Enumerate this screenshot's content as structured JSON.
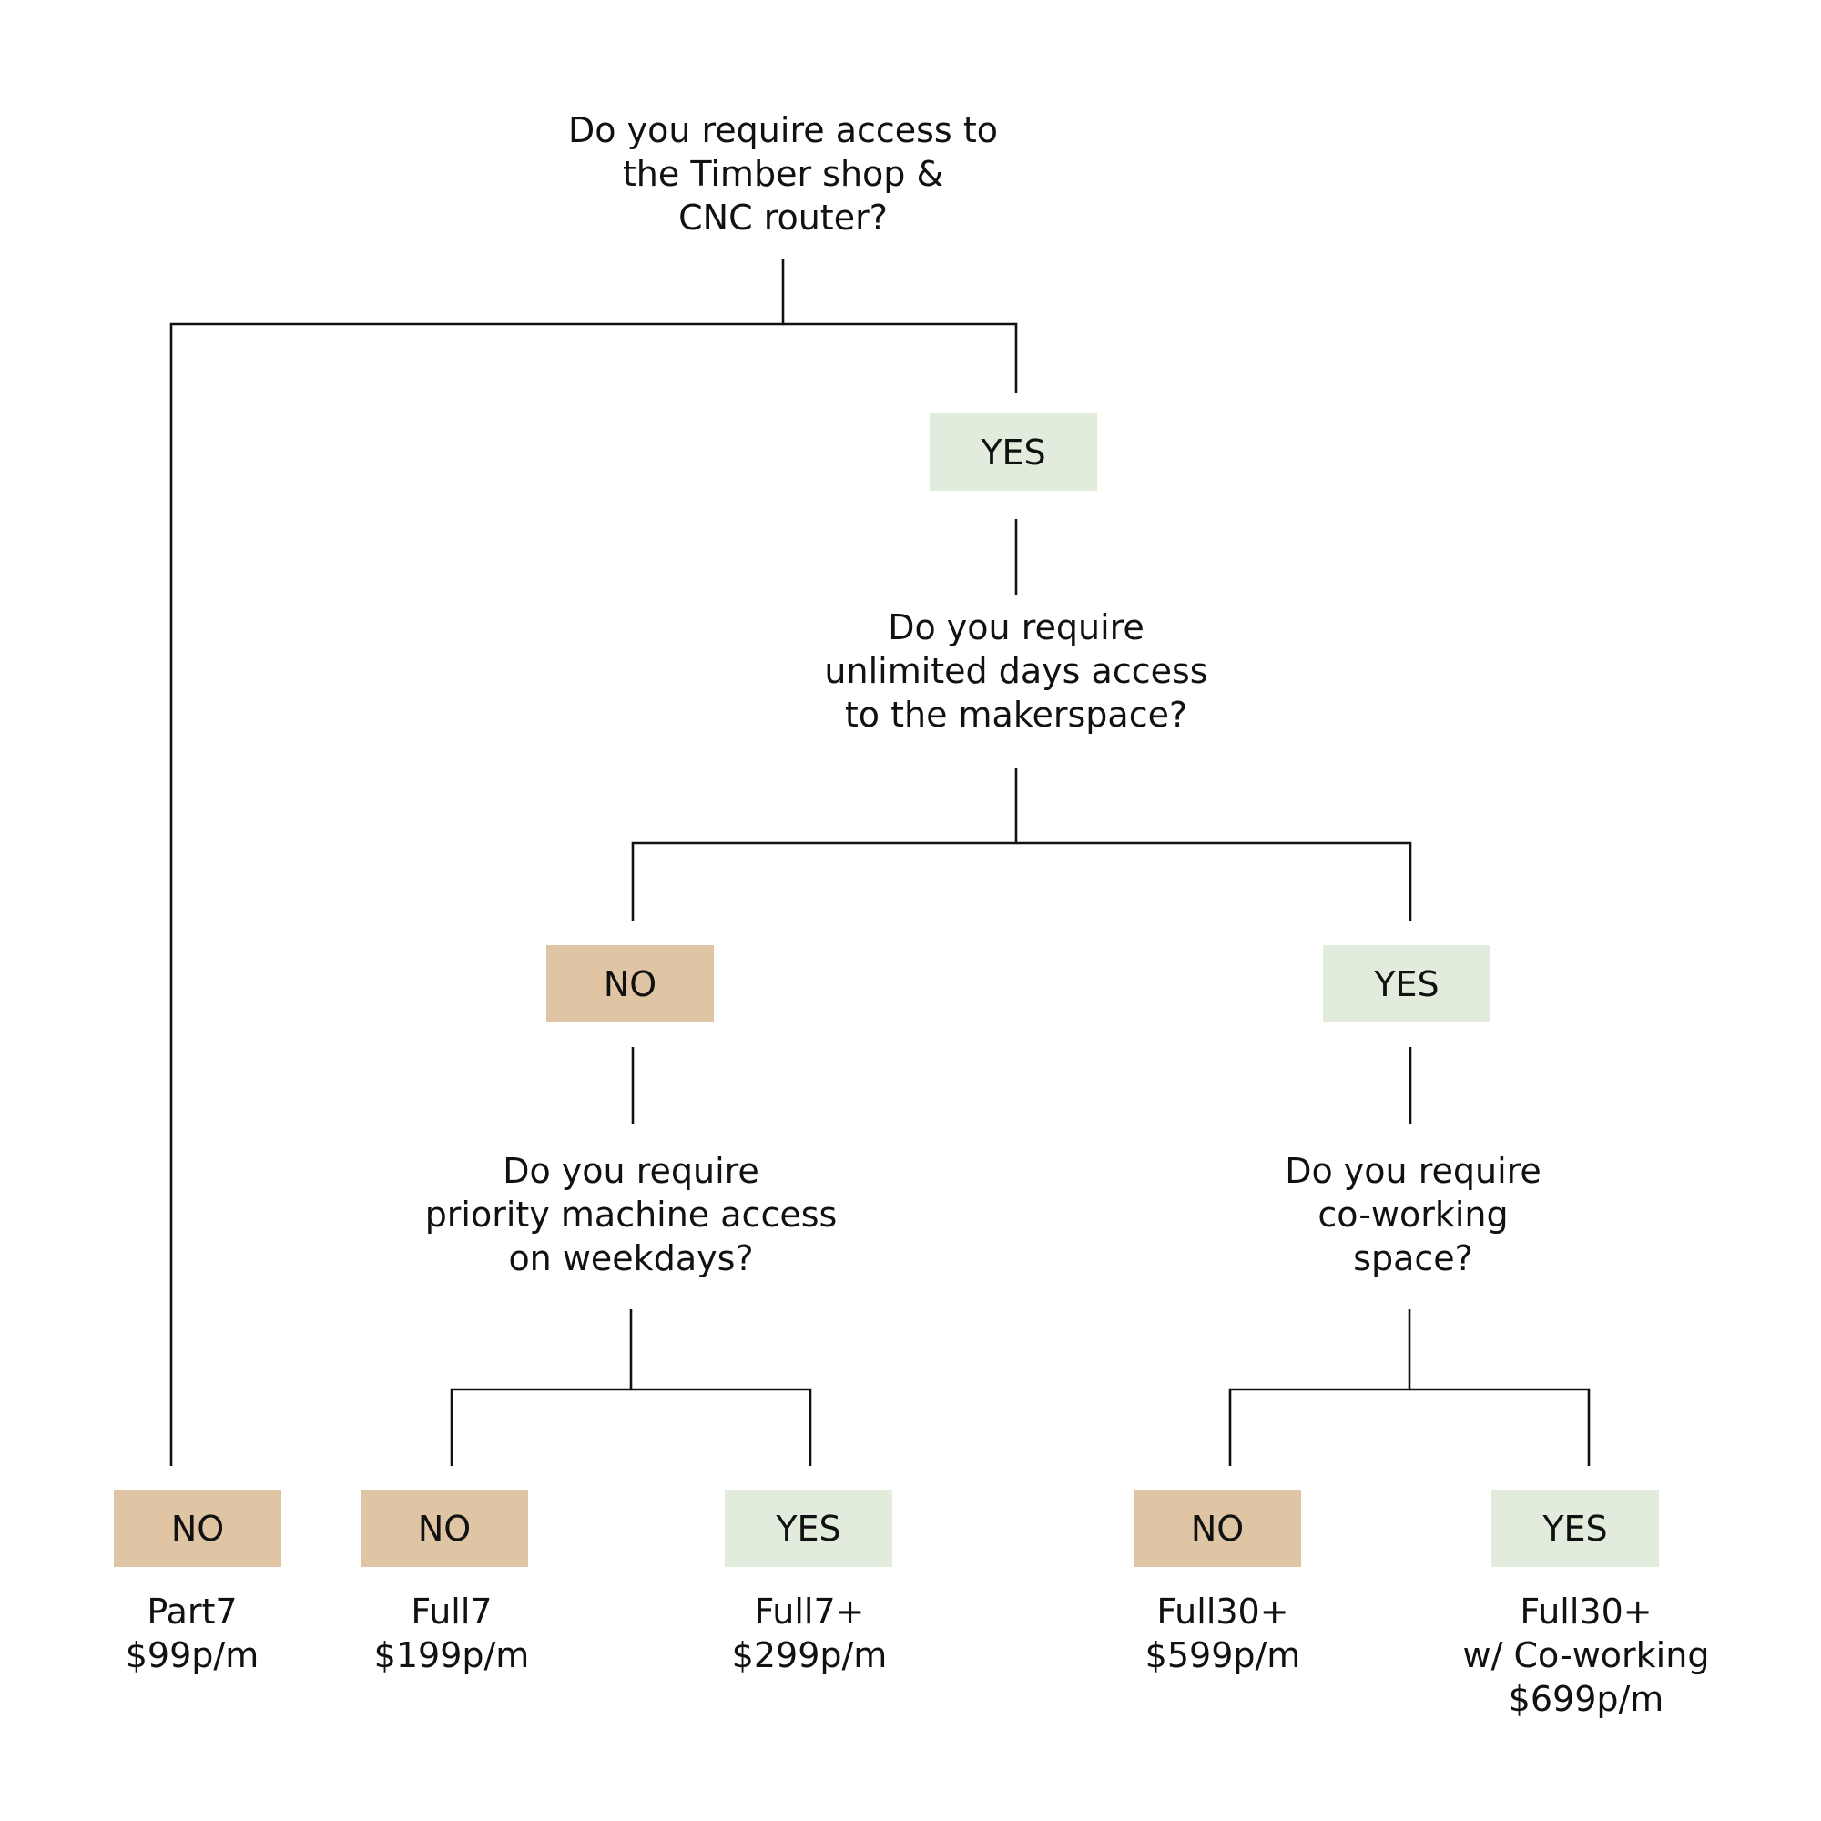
{
  "colors": {
    "yes_fill": "#e2ecdc",
    "no_fill": "#dfc5a3",
    "line": "#111111",
    "text": "#111111"
  },
  "questions": [
    {
      "id": "q1",
      "lines": [
        "Do you require access to",
        "the Timber shop &",
        "CNC router?"
      ]
    },
    {
      "id": "q2",
      "lines": [
        "Do you require",
        "unlimited days access",
        "to the makerspace?"
      ]
    },
    {
      "id": "q3",
      "lines": [
        "Do you require",
        "priority machine access",
        "on weekdays?"
      ]
    },
    {
      "id": "q4",
      "lines": [
        "Do you require",
        "co-working",
        "space?"
      ]
    }
  ],
  "answers": [
    {
      "id": "a1",
      "label": "YES",
      "kind": "yes"
    },
    {
      "id": "a2",
      "label": "NO",
      "kind": "no"
    },
    {
      "id": "a3",
      "label": "YES",
      "kind": "yes"
    },
    {
      "id": "a4",
      "label": "NO",
      "kind": "no"
    },
    {
      "id": "a5",
      "label": "NO",
      "kind": "no"
    },
    {
      "id": "a6",
      "label": "YES",
      "kind": "yes"
    },
    {
      "id": "a7",
      "label": "NO",
      "kind": "no"
    },
    {
      "id": "a8",
      "label": "YES",
      "kind": "yes"
    }
  ],
  "outcomes": [
    {
      "id": "o1",
      "lines": [
        "Part7",
        "$99p/m"
      ]
    },
    {
      "id": "o2",
      "lines": [
        "Full7",
        "$199p/m"
      ]
    },
    {
      "id": "o3",
      "lines": [
        "Full7+",
        "$299p/m"
      ]
    },
    {
      "id": "o4",
      "lines": [
        "Full30+",
        "$599p/m"
      ]
    },
    {
      "id": "o5",
      "lines": [
        "Full30+",
        "w/ Co-working",
        "$699p/m"
      ]
    }
  ]
}
